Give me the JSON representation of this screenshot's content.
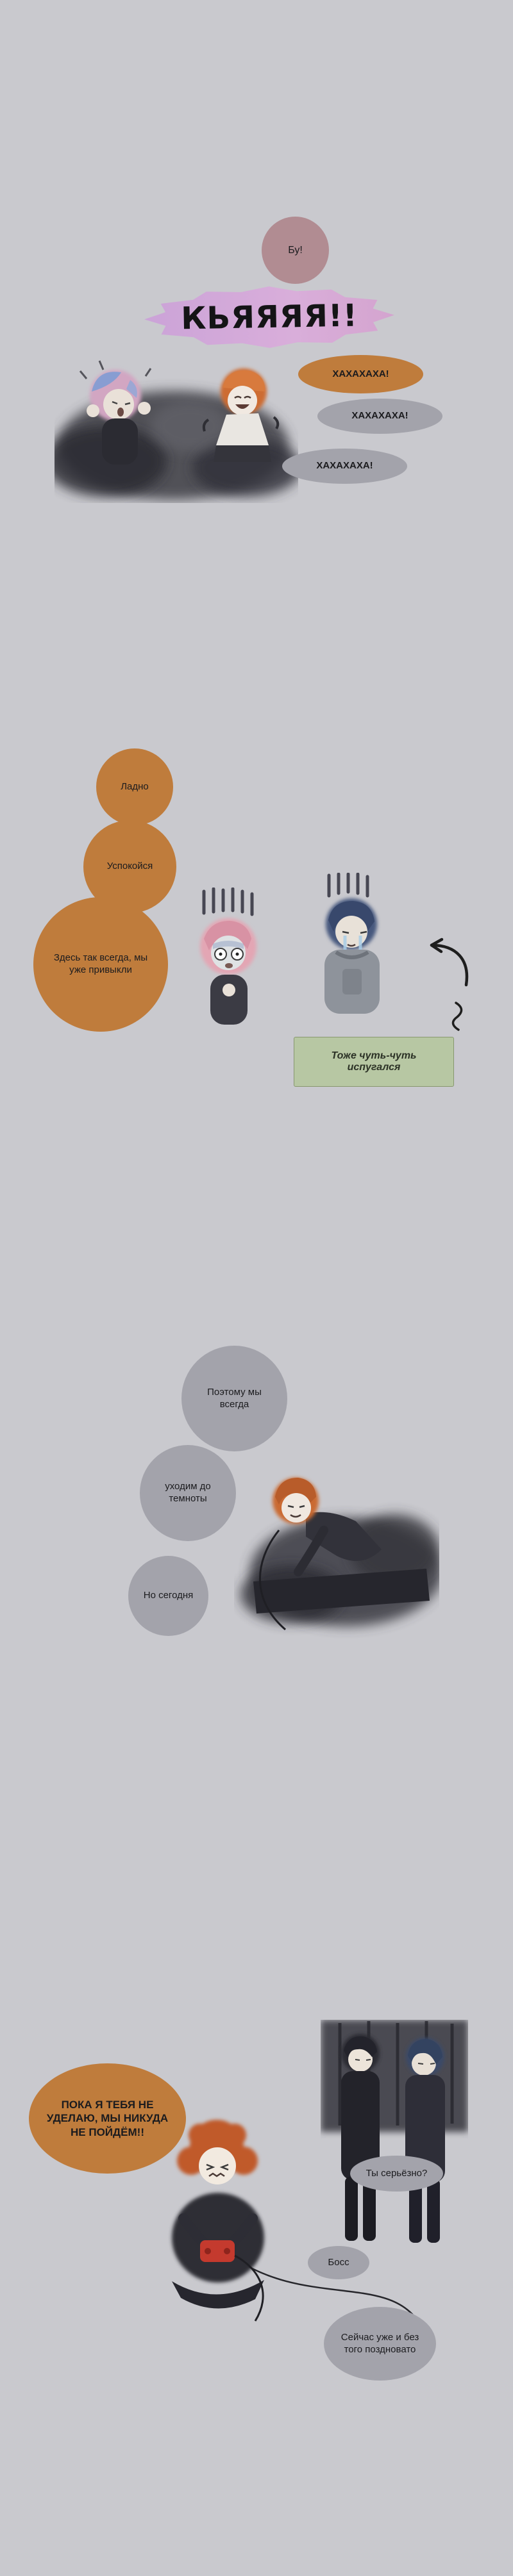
{
  "page": {
    "type": "webtoon-episode"
  },
  "colors": {
    "bg": "#c9c9ce",
    "bubble-orange": "#bf7c3c",
    "bubble-gray": "#a3a3ab",
    "bubble-mauve": "#b18c92",
    "scream-pink": "#cba3d8",
    "caption-green": "#b7c7a3",
    "ink": "#1b1b1e"
  },
  "panel1": {
    "boo": "Бу!",
    "scream": "КЬЯЯЯЯ!!",
    "laugh1": "ХАХАХАХА!",
    "laugh2": "ХАХАХАХА!",
    "laugh3": "ХАХАХАХА!"
  },
  "panel2": {
    "bubble1": "Ладно",
    "bubble2": "Успокойся",
    "bubble3": "Здесь так всегда, мы уже привыкли",
    "caption": "Тоже чуть-чуть испугался"
  },
  "panel3": {
    "bubble1": "Поэтому мы всегда",
    "bubble2": "уходим до темноты",
    "bubble3": "Но сегодня"
  },
  "panel4": {
    "bubble1": "ПОКА Я ТЕБЯ НЕ УДЕЛАЮ, МЫ НИКУДА НЕ ПОЙДЁМ!!",
    "bubble2": "Ты серьёзно?",
    "bubble3": "Босс",
    "bubble4": "Сейчас уже и без того поздновато"
  }
}
